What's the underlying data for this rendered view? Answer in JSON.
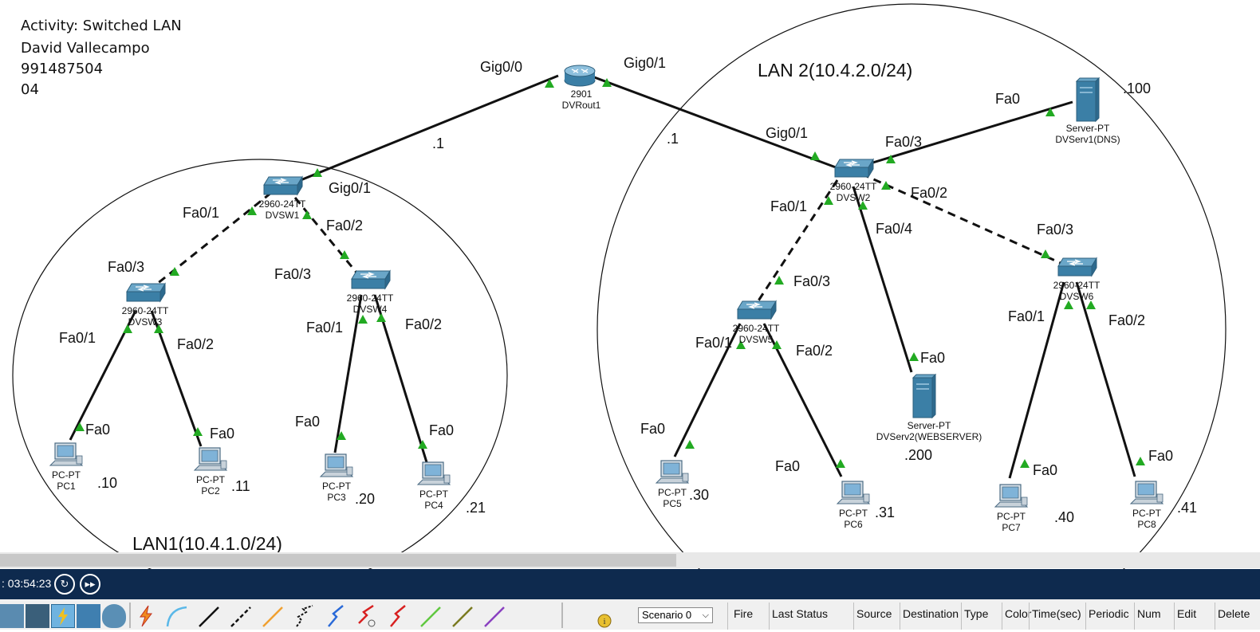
{
  "notes": {
    "activity": "Activity: Switched LAN",
    "author": "David Vallecampo",
    "student_id": "991487504",
    "section": "04"
  },
  "lans": {
    "lan1": "LAN1(10.4.1.0/24)",
    "lan2": "LAN 2(10.4.2.0/24)"
  },
  "devices": {
    "router": {
      "model": "2901",
      "name": "DVRout1"
    },
    "sw1": {
      "model": "2960-24TT",
      "name": "DVSW1"
    },
    "sw2": {
      "model": "2960-24TT",
      "name": "DVSW2"
    },
    "sw3": {
      "model": "2960-24TT",
      "name": "DVSW3"
    },
    "sw4": {
      "model": "2960-24TT",
      "name": "DVSW4"
    },
    "sw5": {
      "model": "2960-24TT",
      "name": "DVSW5"
    },
    "sw6": {
      "model": "2960-24TT",
      "name": "DVSW6"
    },
    "serv1": {
      "model": "Server-PT",
      "name": "DVServ1(DNS)"
    },
    "serv2": {
      "model": "Server-PT",
      "name": "DVServ2(WEBSERVER)"
    },
    "pc1": {
      "model": "PC-PT",
      "name": "PC1"
    },
    "pc2": {
      "model": "PC-PT",
      "name": "PC2"
    },
    "pc3": {
      "model": "PC-PT",
      "name": "PC3"
    },
    "pc4": {
      "model": "PC-PT",
      "name": "PC4"
    },
    "pc5": {
      "model": "PC-PT",
      "name": "PC5"
    },
    "pc6": {
      "model": "PC-PT",
      "name": "PC6"
    },
    "pc7": {
      "model": "PC-PT",
      "name": "PC7"
    },
    "pc8": {
      "model": "PC-PT",
      "name": "PC8"
    }
  },
  "ports": {
    "r_gig00": "Gig0/0",
    "r_gig01": "Gig0/1",
    "sw1_gig01": "Gig0/1",
    "sw1_fa01": "Fa0/1",
    "sw1_fa02": "Fa0/2",
    "sw3_fa03": "Fa0/3",
    "sw3_fa01": "Fa0/1",
    "sw3_fa02": "Fa0/2",
    "sw4_fa03": "Fa0/3",
    "sw4_fa01": "Fa0/1",
    "sw4_fa02": "Fa0/2",
    "pc1_fa0": "Fa0",
    "pc2_fa0": "Fa0",
    "pc3_fa0": "Fa0",
    "pc4_fa0": "Fa0",
    "sw2_gig01": "Gig0/1",
    "sw2_fa03": "Fa0/3",
    "sw2_fa01": "Fa0/1",
    "sw2_fa02": "Fa0/2",
    "sw2_fa04": "Fa0/4",
    "serv1_fa0": "Fa0",
    "serv2_fa0": "Fa0",
    "sw5_fa03": "Fa0/3",
    "sw5_fa01": "Fa0/1",
    "sw5_fa02": "Fa0/2",
    "sw6_fa03": "Fa0/3",
    "sw6_fa01": "Fa0/1",
    "sw6_fa02": "Fa0/2",
    "pc5_fa0": "Fa0",
    "pc6_fa0": "Fa0",
    "pc7_fa0": "Fa0",
    "pc8_fa0": "Fa0"
  },
  "ips": {
    "lan1_gw": ".1",
    "lan2_gw": ".1",
    "serv1": ".100",
    "serv2": ".200",
    "pc1": ".10",
    "pc2": ".11",
    "pc3": ".20",
    "pc4": ".21",
    "pc5": ".30",
    "pc6": ".31",
    "pc7": ".40",
    "pc8": ".41"
  },
  "timebar": {
    "time": ": 03:54:23"
  },
  "simulation": {
    "scenario": "Scenario 0",
    "columns": [
      "Fire",
      "Last Status",
      "Source",
      "Destination",
      "Type",
      "Color",
      "Time(sec)",
      "Periodic",
      "Num",
      "Edit",
      "Delete"
    ]
  },
  "icons": {
    "router": "router-icon",
    "switch": "switch-icon",
    "server": "server-icon",
    "pc": "pc-icon",
    "link_up": "link-up-triangle-icon",
    "reset": "reset-time-icon",
    "fast_forward": "fast-forward-icon",
    "info": "info-icon"
  },
  "colors": {
    "link_up": "#22aa22",
    "device_blue": "#3b7fa6",
    "timebar": "#0e2a4e"
  }
}
